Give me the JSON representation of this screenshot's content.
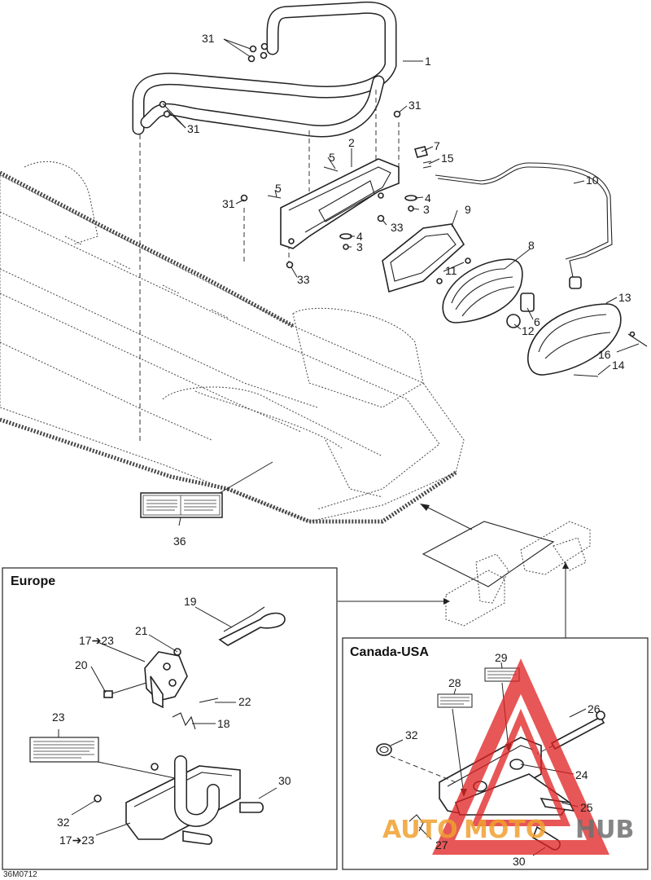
{
  "diagram_code": "36M0712",
  "regions": {
    "europe_title": "Europe",
    "canada_usa_title": "Canada-USA"
  },
  "callouts": {
    "c1": "1",
    "c2": "2",
    "c3a": "3",
    "c3b": "3",
    "c4a": "4",
    "c4b": "4",
    "c5a": "5",
    "c5b": "5",
    "c6": "6",
    "c7": "7",
    "c8": "8",
    "c9": "9",
    "c10": "10",
    "c11": "11",
    "c12": "12",
    "c13": "13",
    "c14": "14",
    "c15": "15",
    "c16": "16",
    "c17a": "17➔23",
    "c17b": "17➔23",
    "c18": "18",
    "c19": "19",
    "c20": "20",
    "c21": "21",
    "c22": "22",
    "c23": "23",
    "c24": "24",
    "c25": "25",
    "c26": "26",
    "c27": "27",
    "c28": "28",
    "c29": "29",
    "c30a": "30",
    "c30b": "30",
    "c31a": "31",
    "c31b": "31",
    "c31c": "31",
    "c31d": "31",
    "c32a": "32",
    "c32b": "32",
    "c33a": "33",
    "c33b": "33",
    "c36": "36"
  },
  "watermark": {
    "part_a": "AUTO",
    "part_b": "MOTO",
    "part_c": "HUB",
    "color_red": "#e02020",
    "color_orange": "#f0a030",
    "color_gray": "#707070"
  }
}
